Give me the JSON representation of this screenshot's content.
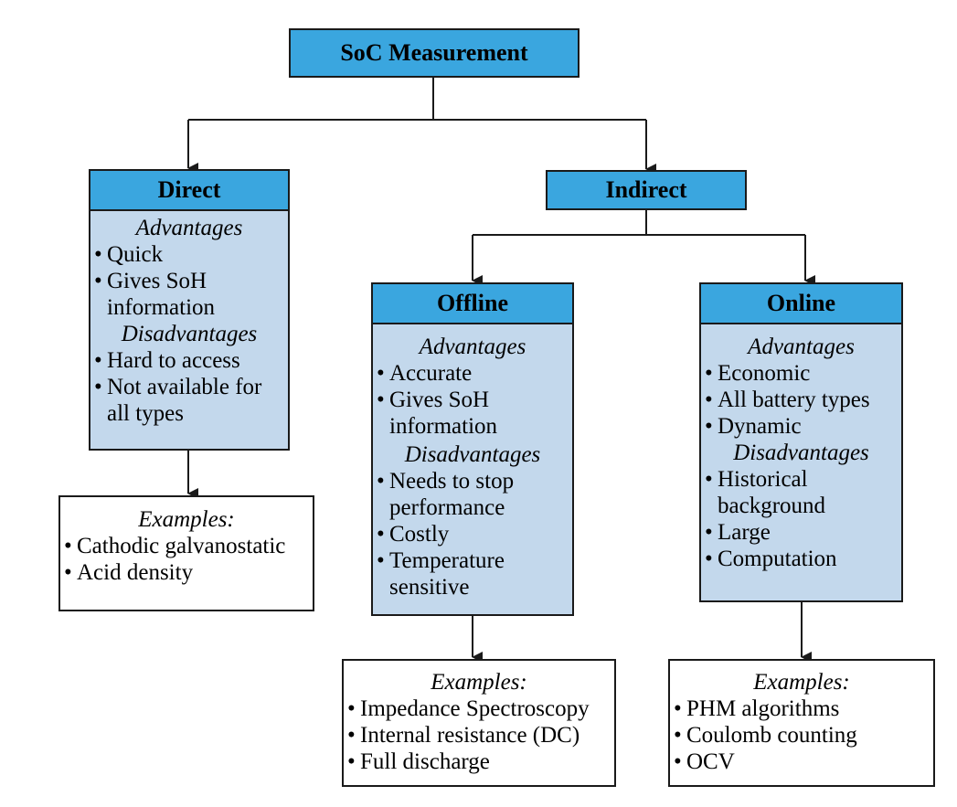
{
  "colors": {
    "header_fill": "#3aa6df",
    "panel_fill": "#c3d8ec",
    "line": "#1a1a1a"
  },
  "root": {
    "title": "SoC Measurement"
  },
  "direct": {
    "title": "Direct",
    "advantages_label": "Advantages",
    "advantages": [
      "Quick",
      "Gives SoH information"
    ],
    "disadvantages_label": "Disadvantages",
    "disadvantages": [
      "Hard to access",
      "Not available for all types"
    ],
    "examples_label": "Examples:",
    "examples": [
      "Cathodic galvanostatic",
      "Acid density"
    ]
  },
  "indirect": {
    "title": "Indirect"
  },
  "offline": {
    "title": "Offline",
    "advantages_label": "Advantages",
    "advantages": [
      "Accurate",
      "Gives SoH information"
    ],
    "disadvantages_label": "Disadvantages",
    "disadvantages": [
      "Needs to stop performance",
      "Costly",
      "Temperature sensitive"
    ],
    "examples_label": "Examples:",
    "examples": [
      "Impedance Spectroscopy",
      "Internal resistance (DC)",
      "Full discharge"
    ]
  },
  "online": {
    "title": "Online",
    "advantages_label": "Advantages",
    "advantages": [
      "Economic",
      "All battery types",
      "Dynamic"
    ],
    "disadvantages_label": "Disadvantages",
    "disadvantages": [
      "Historical background",
      "Large",
      "Computation"
    ],
    "examples_label": "Examples:",
    "examples": [
      "PHM algorithms",
      "Coulomb counting",
      "OCV"
    ]
  }
}
